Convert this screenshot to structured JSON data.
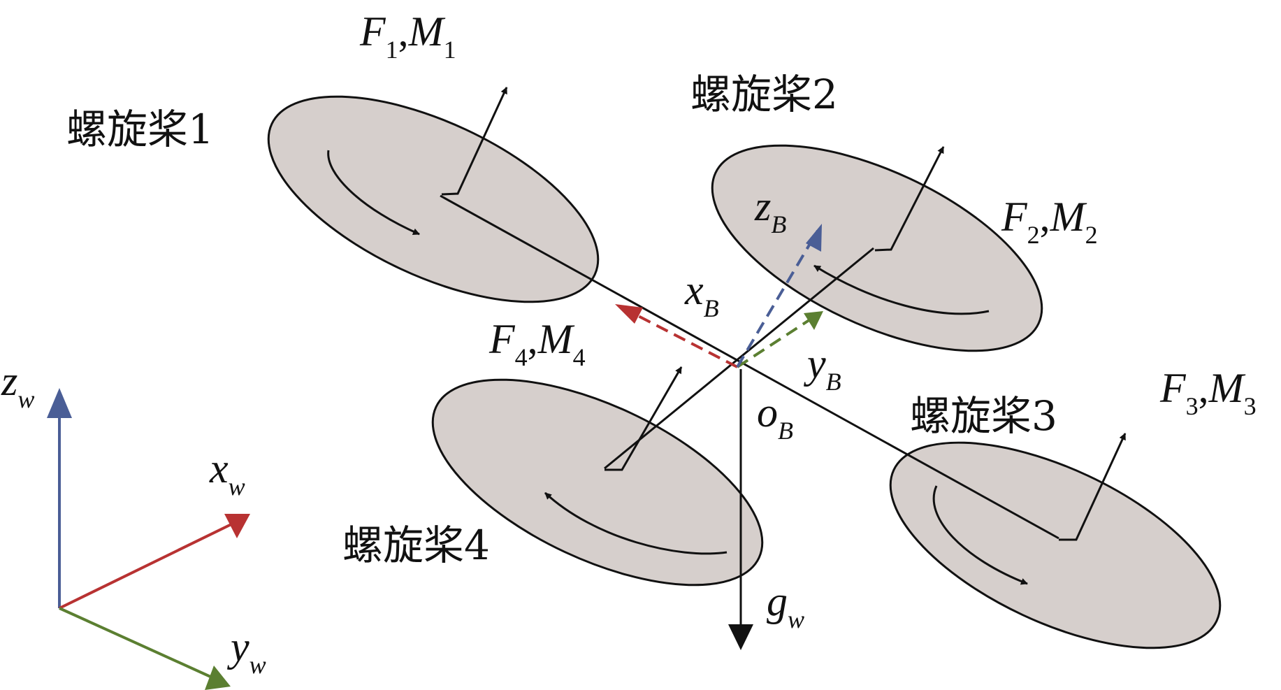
{
  "colors": {
    "disc_fill": "#d6cfcc",
    "line": "#111111",
    "x_axis": "#b83232",
    "y_axis": "#5b7f31",
    "z_axis": "#4a5e96"
  },
  "propellers": [
    {
      "label": "螺旋桨1",
      "force": "F",
      "moment": "M",
      "index": "1"
    },
    {
      "label": "螺旋桨2",
      "force": "F",
      "moment": "M",
      "index": "2"
    },
    {
      "label": "螺旋桨3",
      "force": "F",
      "moment": "M",
      "index": "3"
    },
    {
      "label": "螺旋桨4",
      "force": "F",
      "moment": "M",
      "index": "4"
    }
  ],
  "body_frame": {
    "x": {
      "base": "x",
      "sub": "B"
    },
    "y": {
      "base": "y",
      "sub": "B"
    },
    "z": {
      "base": "z",
      "sub": "B"
    },
    "origin": {
      "base": "o",
      "sub": "B"
    }
  },
  "gravity": {
    "base": "g",
    "sub": "w"
  },
  "world_frame": {
    "x": {
      "base": "x",
      "sub": "w"
    },
    "y": {
      "base": "y",
      "sub": "w"
    },
    "z": {
      "base": "z",
      "sub": "w"
    }
  }
}
